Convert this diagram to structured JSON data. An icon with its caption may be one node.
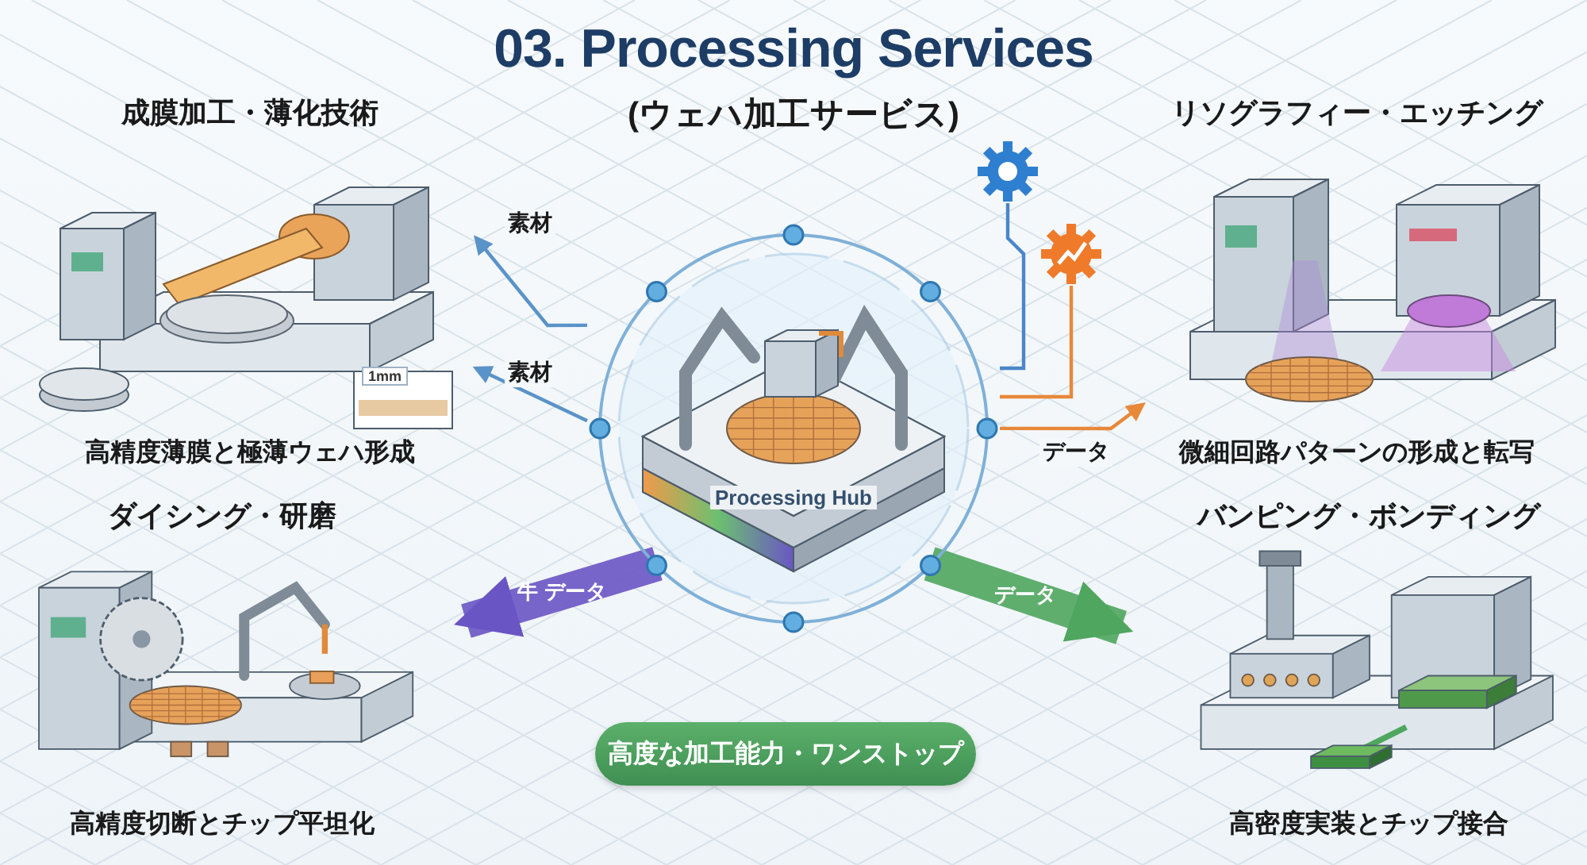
{
  "diagram": {
    "title": "03. Processing Services",
    "nodes": [
      {
        "text": [
          "Processing Hub"
        ]
      },
      {
        "text": [
          "成膜加工・薄化技術",
          "高精度薄膜と極薄ウェハ形成"
        ]
      },
      {
        "text": [
          "リソグラフィー・エッチング",
          "微細回路パターンの形成と転写"
        ]
      },
      {
        "text": [
          "ダイシング・研磨",
          "高精度切断とチップ平坦化"
        ]
      },
      {
        "text": [
          "バンピング・ボンディング",
          "高密度実装とチップ接合"
        ]
      },
      {
        "text": [],
        "shape": "picture"
      },
      {
        "text": [],
        "shape": "picture"
      },
      {
        "text": [
          "高度な加工能力・ワンストップ"
        ]
      }
    ],
    "edges": [
      {
        "from": 0,
        "to": 1,
        "arrow": "to",
        "label": "素材",
        "color": "#5a93c8"
      },
      {
        "from": 0,
        "to": 1,
        "arrow": "to",
        "label": "素材",
        "color": "#5a93c8"
      },
      {
        "from": 0,
        "to": 2,
        "arrow": "to",
        "label": "データ",
        "color": "#e8883a"
      },
      {
        "from": 0,
        "to": 3,
        "arrow": "to",
        "label": "牛 データ",
        "style": "thick",
        "color": "#6a55c4"
      },
      {
        "from": 0,
        "to": 4,
        "arrow": "to",
        "label": "データ",
        "style": "thick",
        "color": "#4fa65e"
      },
      {
        "from": 5,
        "to": 0,
        "arrow": "none",
        "color": "#4a86c8"
      },
      {
        "from": 6,
        "to": 0,
        "arrow": "none",
        "color": "#e8883a"
      }
    ],
    "labels": [
      "(ウェハ加工サービス)",
      "1mm"
    ]
  }
}
